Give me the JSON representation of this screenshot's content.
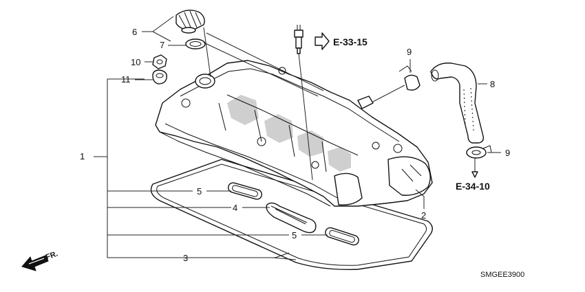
{
  "labels": {
    "p1": "1",
    "p2": "2",
    "p3": "3",
    "p4": "4",
    "p5a": "5",
    "p5b": "5",
    "p6": "6",
    "p7": "7",
    "p8": "8",
    "p9a": "9",
    "p9b": "9",
    "p10": "10",
    "p11": "11"
  },
  "refs": {
    "top": "E-33-15",
    "bottom": "E-34-10"
  },
  "direction": "FR.",
  "diagram_code": "SMGEE3900"
}
